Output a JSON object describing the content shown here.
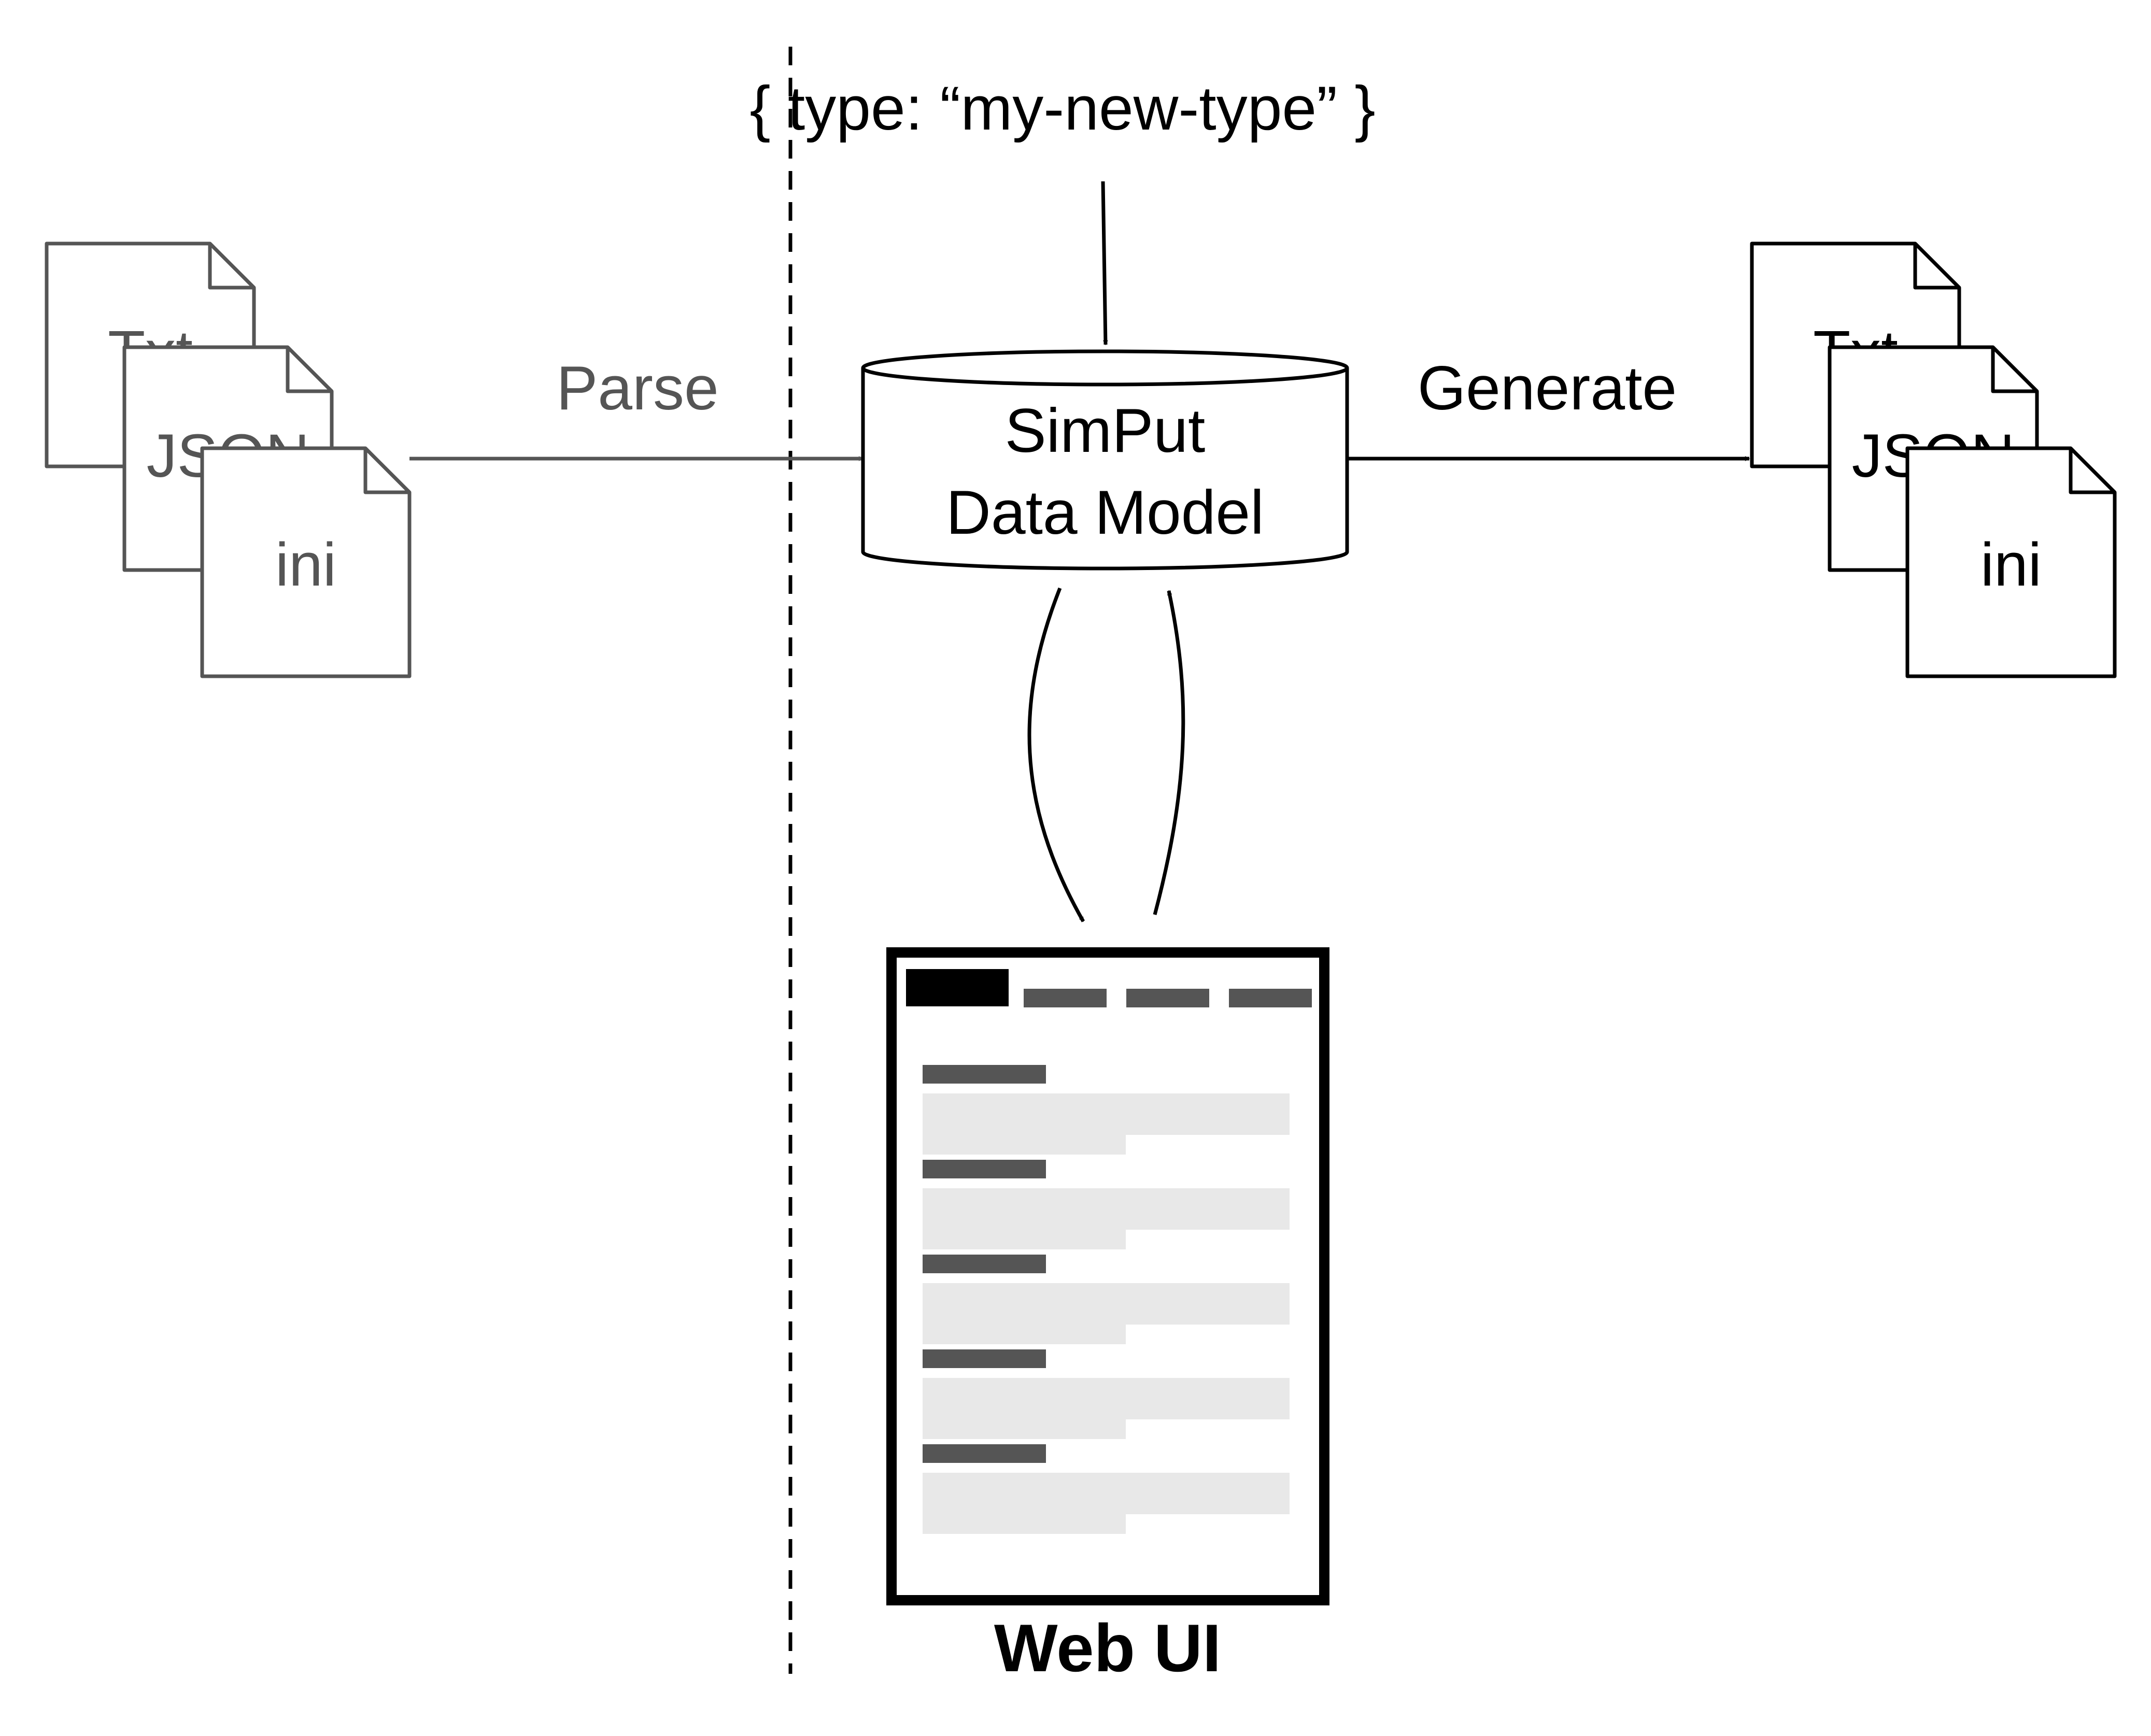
{
  "annotation": {
    "text": "{ type: “my-new-type” }"
  },
  "input_files": {
    "labels": [
      "Txt",
      "JSON",
      "ini"
    ],
    "color": "#555555"
  },
  "output_files": {
    "labels": [
      "Txt",
      "JSON",
      "ini"
    ],
    "color": "#000000"
  },
  "parse": {
    "label": "Parse"
  },
  "generate": {
    "label": "Generate"
  },
  "data_model": {
    "line1": "SimPut",
    "line2": "Data Model"
  },
  "web_ui": {
    "caption": "Web UI",
    "tab_count": 4,
    "active_tab": 1,
    "field_rows": 5
  },
  "colors": {
    "stroke": "#000000",
    "muted": "#555555",
    "placeholder": "#e8e8e8"
  }
}
